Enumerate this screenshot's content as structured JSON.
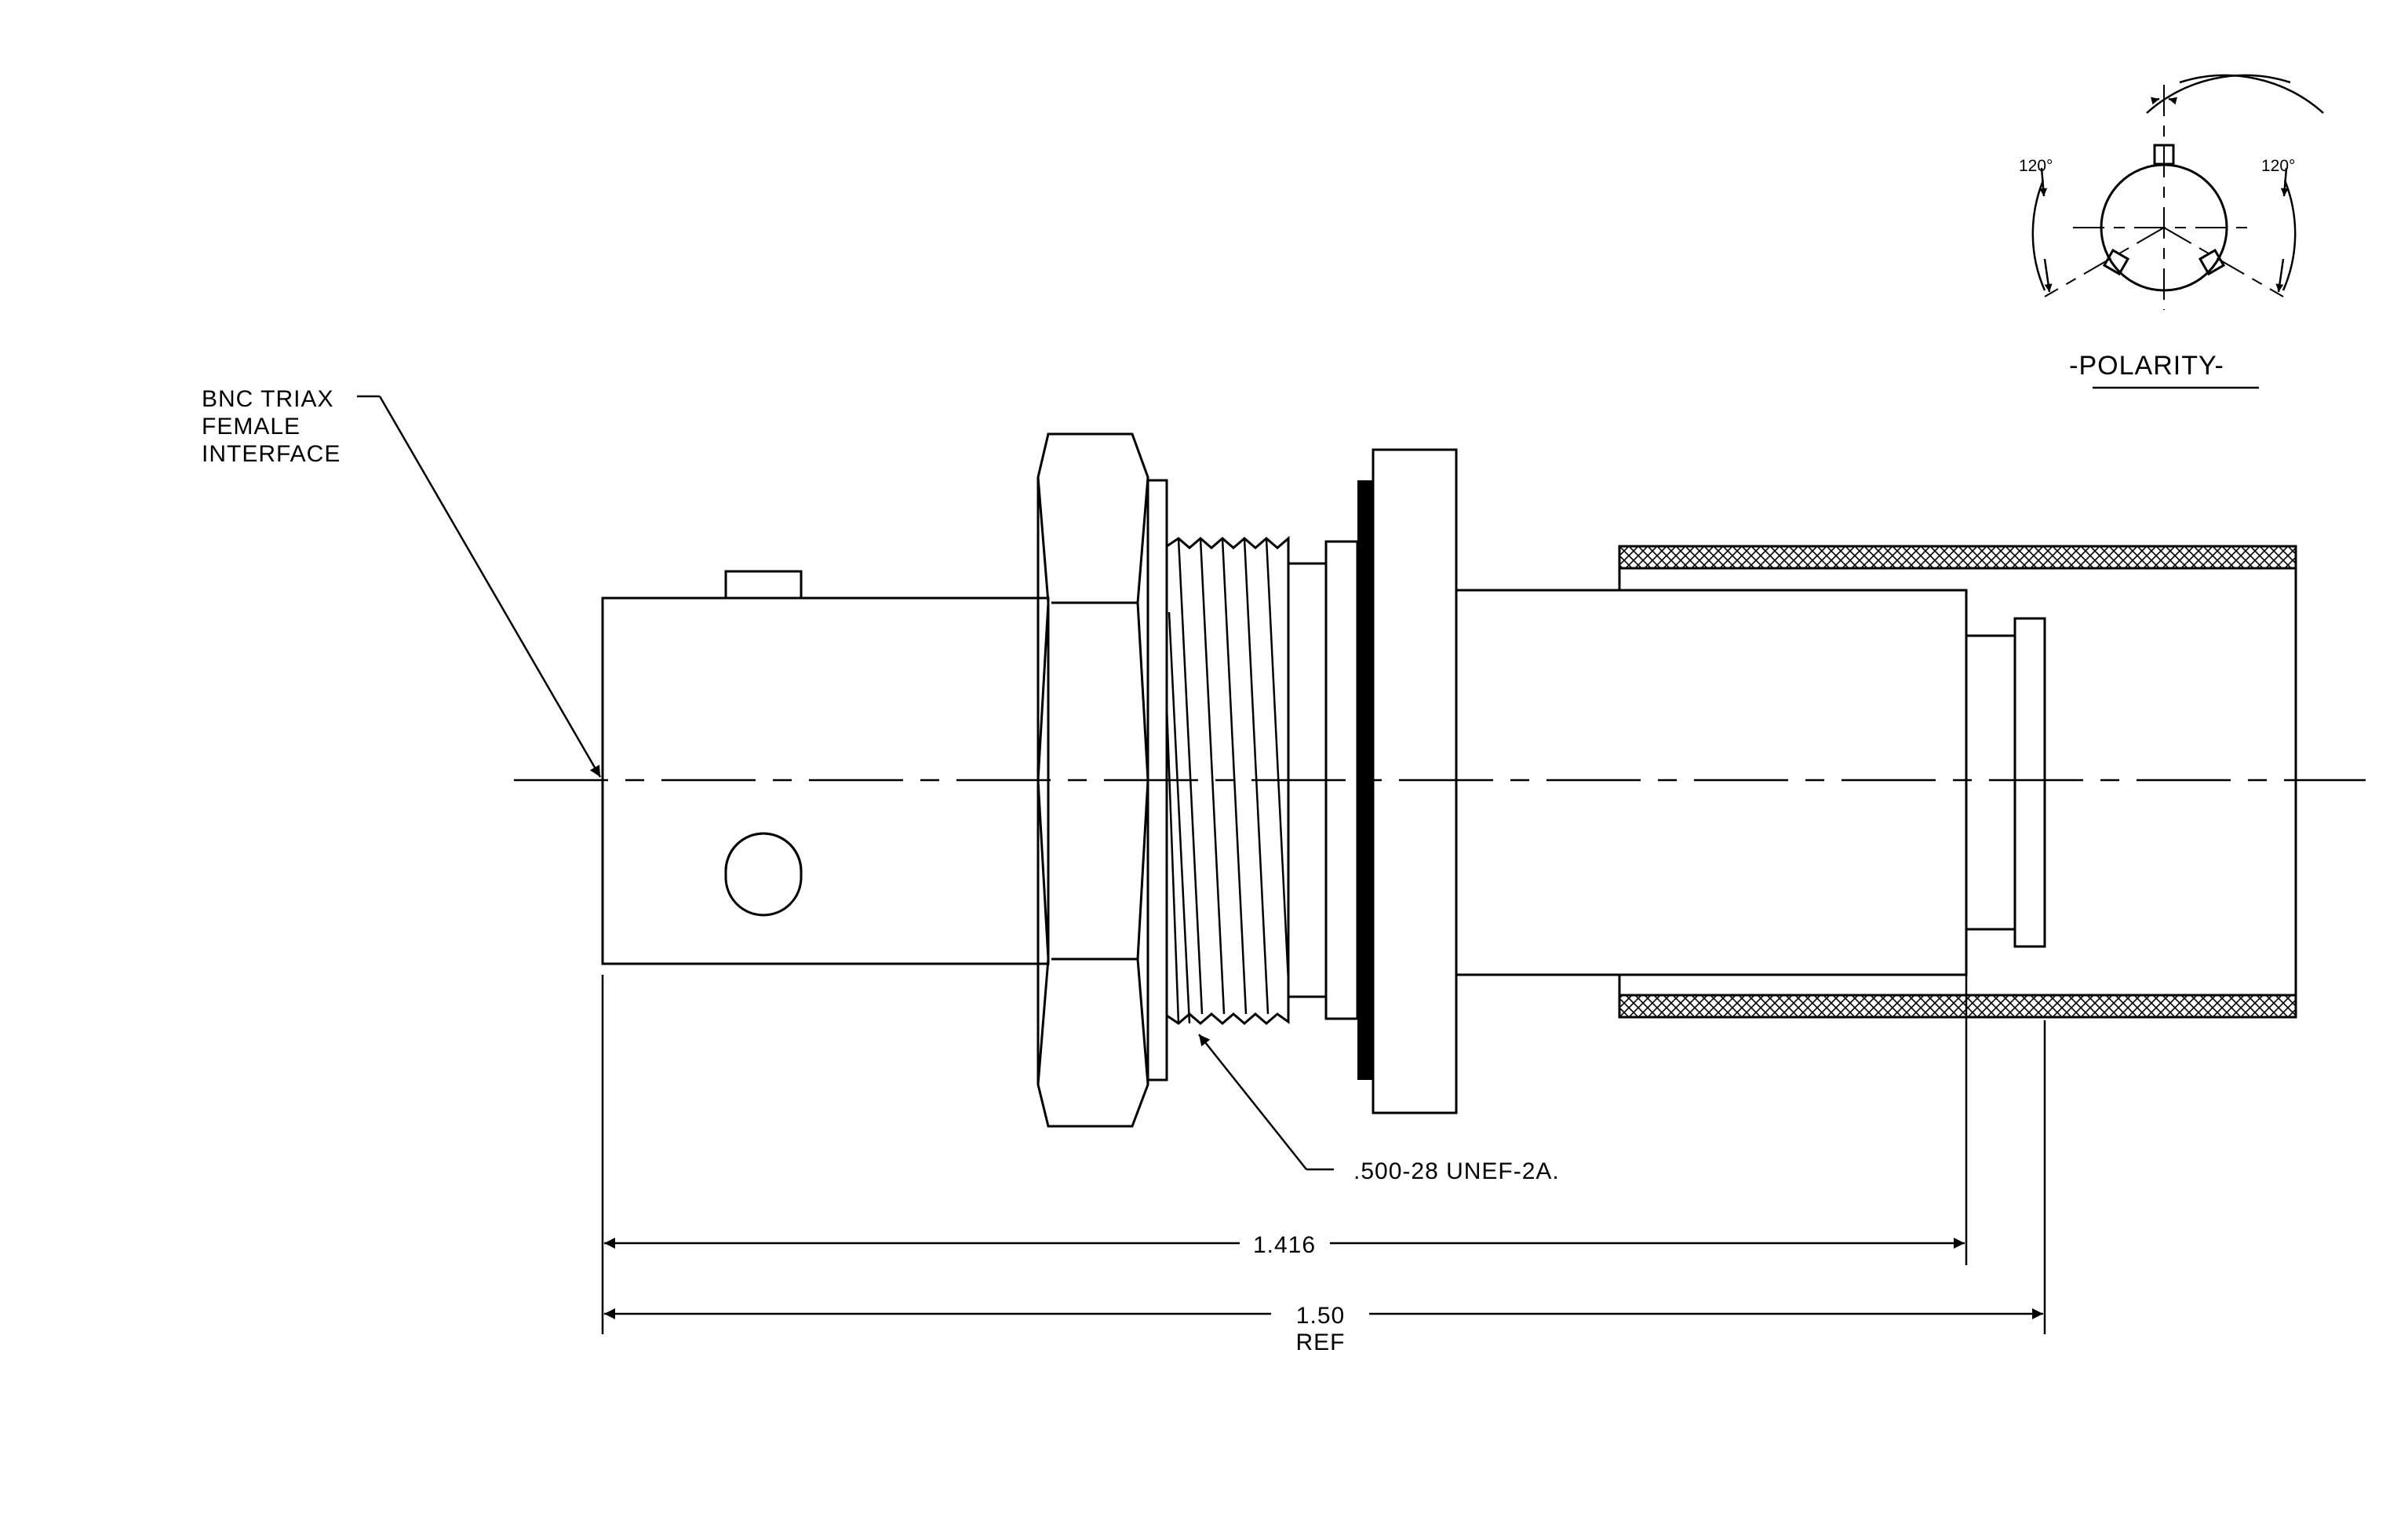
{
  "labels": {
    "interface_line1": "BNC TRIAX",
    "interface_line2": "FEMALE",
    "interface_line3": "INTERFACE",
    "thread": ".500-28 UNEF-2A.",
    "dim_length": "1.416",
    "dim_overall": "1.50",
    "dim_overall_note": "REF",
    "polarity": "-POLARITY-",
    "angle_left": "120°",
    "angle_right": "120°"
  }
}
